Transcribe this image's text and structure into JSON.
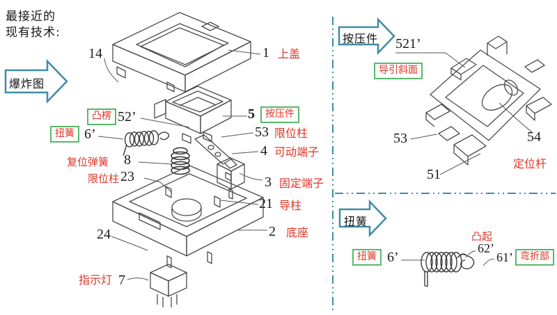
{
  "colors": {
    "teal": "#3e8ca5",
    "green": "#57b96a",
    "red": "#e03528",
    "ink": "#4a4a4a"
  },
  "header": {
    "line1": "最接近的",
    "line2": "现有技术:"
  },
  "arrows": {
    "exploded": "爆炸图",
    "press": "按压件",
    "torsion": "扭簧"
  },
  "exploded": {
    "n14": "14",
    "n1": "1",
    "top_cover": "上盖",
    "boss": "凸楞",
    "n52": "52’",
    "torsion": "扭簧",
    "n6": "6’",
    "return_spring": "复位弹簧",
    "n8": "8",
    "limit_post_a": "限位柱",
    "n23": "23",
    "n5": "5",
    "press": "按压件",
    "n53": "53",
    "limit_post_b": "限位柱",
    "n4": "4",
    "movable_terminal": "可动端子",
    "n3": "3",
    "fixed_terminal": "固定端子",
    "n21": "21",
    "guide_post": "导柱",
    "n2": "2",
    "base": "底座",
    "n24": "24",
    "indicator": "指示灯",
    "n7": "7"
  },
  "press_detail": {
    "n521": "521’",
    "guide_slope": "导引斜面",
    "n53": "53",
    "n51": "51",
    "n54": "54",
    "positioning_rod": "定位杆"
  },
  "torsion_detail": {
    "torsion": "扭簧",
    "n6": "6’",
    "bump": "凸起",
    "n62": "62’",
    "n61": "61’",
    "bend": "弯折部"
  }
}
